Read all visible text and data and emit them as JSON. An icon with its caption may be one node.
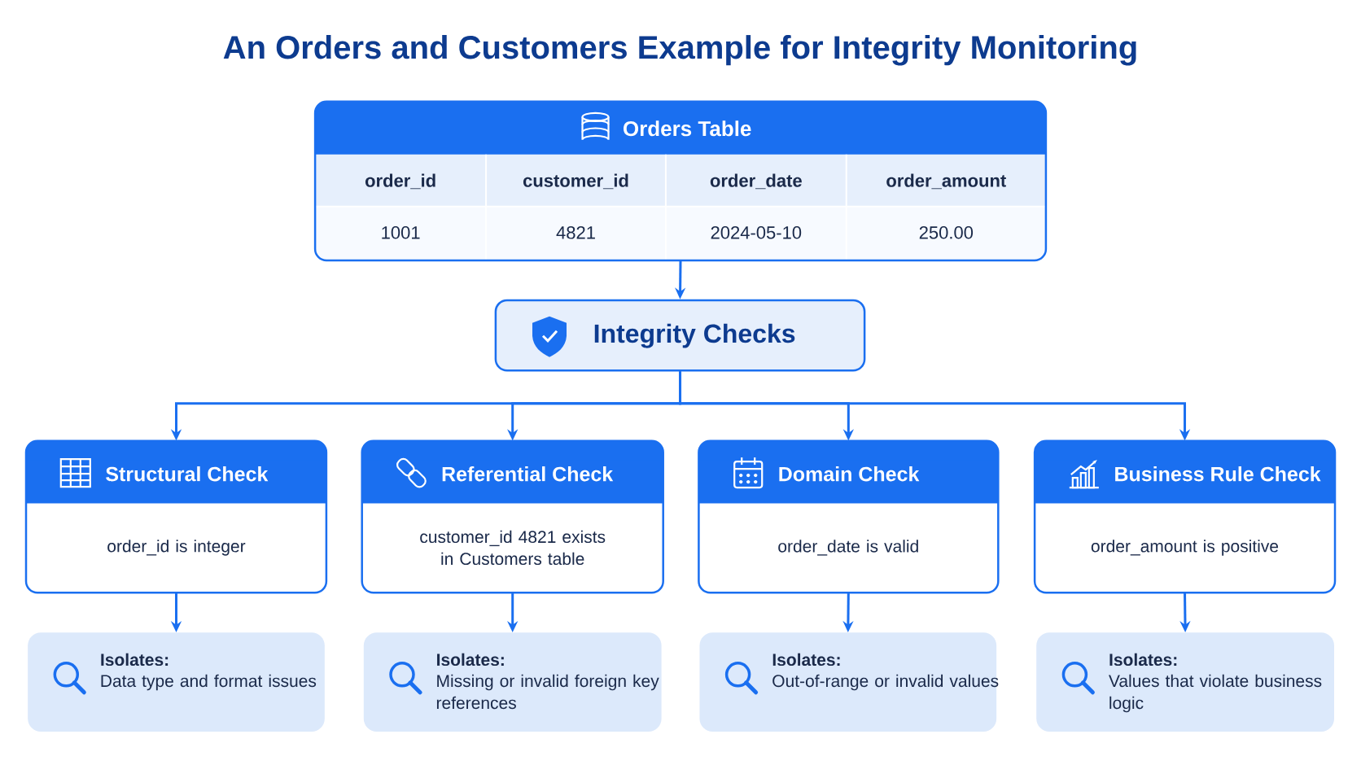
{
  "diagram": {
    "title": "An Orders and Customers Example for Integrity Monitoring",
    "nodes": [
      {
        "text": [
          "Orders Table",
          "order_id",
          "customer_id",
          "order_date",
          "order_amount",
          "1001",
          "4821",
          "2024-05-10",
          "250.00"
        ]
      },
      {
        "text": [
          "Integrity Checks"
        ]
      },
      {
        "text": [
          "Structural Check",
          "order_id is integer"
        ]
      },
      {
        "text": [
          "Referential Check",
          "customer_id 4821 exists in Customers table"
        ]
      },
      {
        "text": [
          "Domain Check",
          "order_date is valid"
        ]
      },
      {
        "text": [
          "Business Rule Check",
          "order_amount is positive"
        ]
      },
      {
        "text": [
          "Isolates:",
          "Data type and format issues"
        ]
      },
      {
        "text": [
          "Isolates:",
          "Missing or invalid foreign key references"
        ]
      },
      {
        "text": [
          "Isolates:",
          "Out-of-range or invalid values"
        ]
      },
      {
        "text": [
          "Isolates:",
          "Values that violate business logic"
        ]
      }
    ],
    "edges": [
      {
        "from": 0,
        "to": 1,
        "arrow": "to"
      },
      {
        "from": 1,
        "to": 2,
        "arrow": "to"
      },
      {
        "from": 1,
        "to": 3,
        "arrow": "to"
      },
      {
        "from": 1,
        "to": 4,
        "arrow": "to"
      },
      {
        "from": 1,
        "to": 5,
        "arrow": "to"
      },
      {
        "from": 2,
        "to": 6,
        "arrow": "to"
      },
      {
        "from": 3,
        "to": 7,
        "arrow": "to"
      },
      {
        "from": 4,
        "to": 8,
        "arrow": "to"
      },
      {
        "from": 5,
        "to": 9,
        "arrow": "to"
      }
    ]
  }
}
